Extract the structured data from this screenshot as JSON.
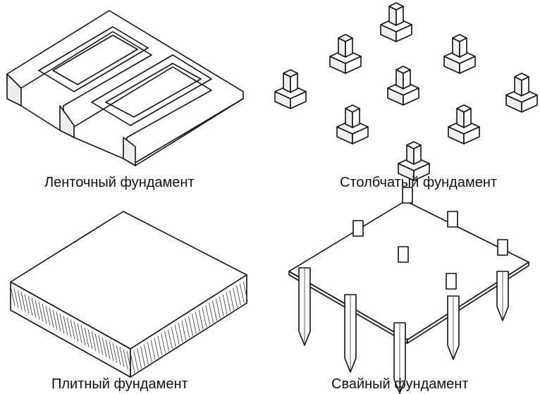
{
  "labels": {
    "strip": "Ленточный фундамент",
    "column": "Столбчатый фундамент",
    "slab": "Плитный фундамент",
    "pile": "Свайный фундамент"
  }
}
